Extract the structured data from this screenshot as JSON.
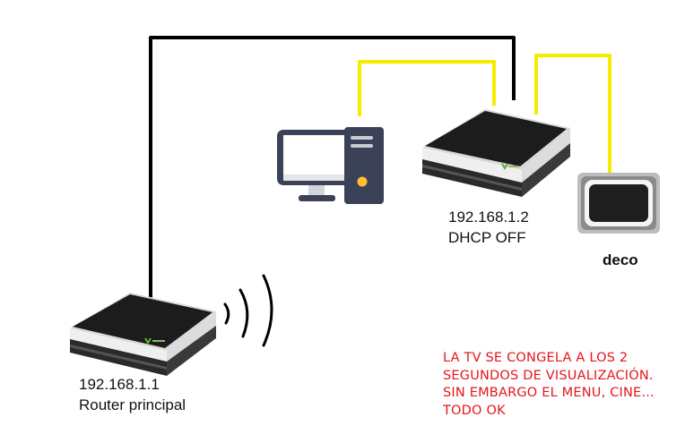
{
  "colors": {
    "ethernet_cable": "#000000",
    "coax_cable": "#f5ec00",
    "note_text": "#e8141b",
    "router_body": "#f2f2f2",
    "router_top": "#1b1b1b",
    "brand_green": "#5cb130"
  },
  "devices": {
    "main_router": {
      "icon": "router-icon",
      "ip": "192.168.1.1",
      "name": "Router principal"
    },
    "secondary_router": {
      "icon": "router-icon",
      "ip": "192.168.1.2",
      "mode": "DHCP OFF"
    },
    "computer": {
      "icon": "desktop-computer-icon"
    },
    "decoder": {
      "icon": "tv-decoder-icon",
      "name": "deco"
    }
  },
  "wifi": {
    "icon": "wifi-signal-icon"
  },
  "note": {
    "lines": [
      "LA TV SE CONGELA A LOS 2",
      "SEGUNDOS DE VISUALIZACIÓN.",
      "SIN EMBARGO EL MENU, CINE...",
      "TODO OK"
    ]
  }
}
